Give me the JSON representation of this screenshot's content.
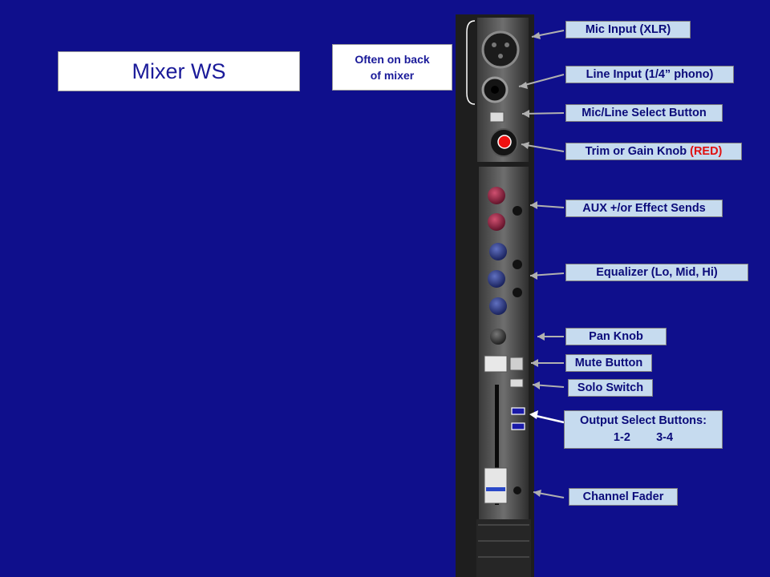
{
  "title": "Mixer WS",
  "note": {
    "line1": "Often on back",
    "line2": "of mixer"
  },
  "labels": {
    "mic_input": "Mic Input (XLR)",
    "line_input": "Line Input (1/4” phono)",
    "mic_line_select": "Mic/Line Select Button",
    "trim_main": "Trim or Gain Knob ",
    "trim_red": "(RED)",
    "aux": "AUX +/or Effect Sends",
    "eq": "Equalizer (Lo, Mid, Hi)",
    "pan": "Pan Knob",
    "mute": "Mute Button",
    "solo": "Solo Switch",
    "output_line1": "Output Select Buttons:",
    "output_line2": "1-2        3-4",
    "fader": "Channel Fader"
  },
  "colors": {
    "background": "#0f0f8c",
    "label_fill": "#c6dbef",
    "label_text": "#0b0b7a",
    "highlight_red": "#e01010"
  }
}
